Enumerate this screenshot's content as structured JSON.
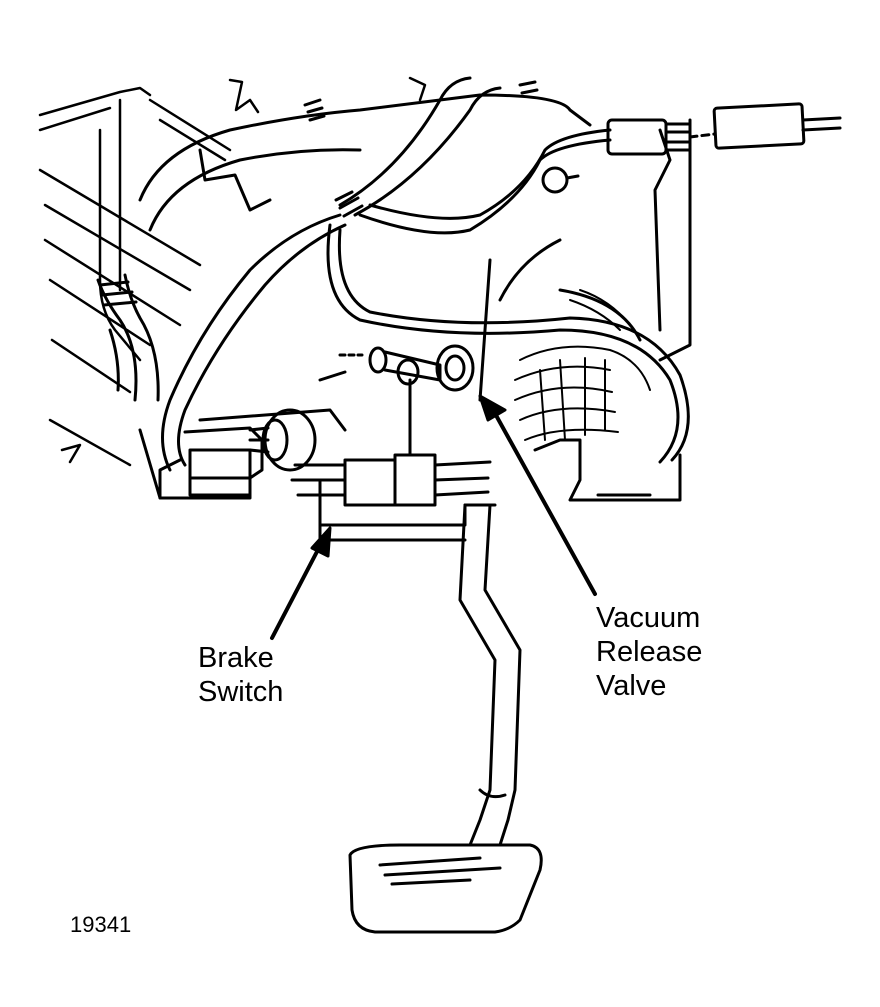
{
  "labels": {
    "brake_switch": [
      "Brake",
      "Switch"
    ],
    "vacuum_release_valve": [
      "Vacuum",
      "Release",
      "Valve"
    ]
  },
  "figure_number": "19341",
  "colors": {
    "ink": "#000000",
    "paper": "#ffffff"
  }
}
